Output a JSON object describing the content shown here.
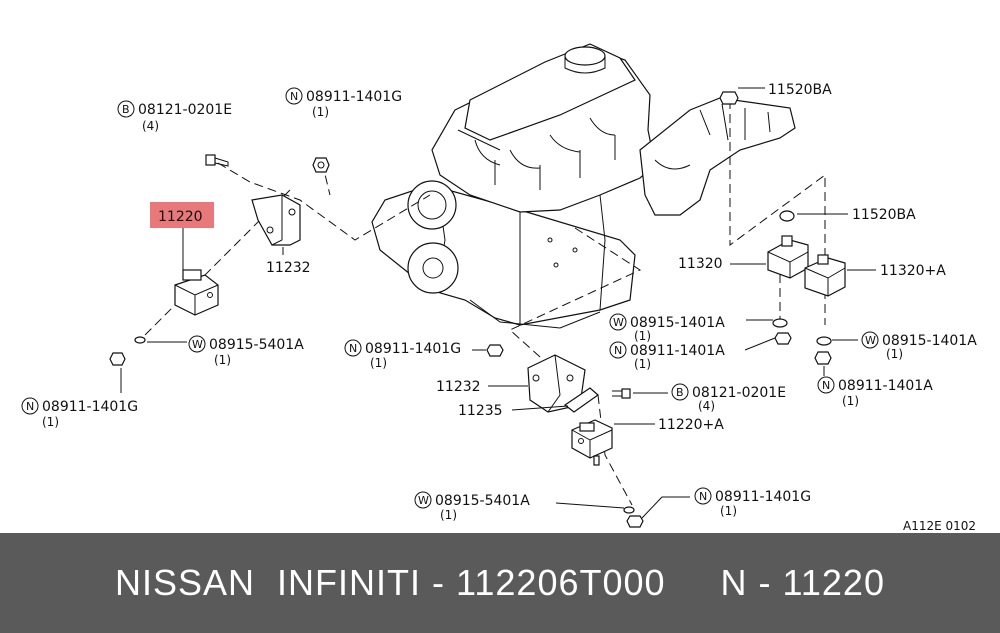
{
  "diagram": {
    "figure_code": "A112E 0102",
    "highlight_color": "#e8787a",
    "labels": {
      "bolt_b_top": "08121-0201E",
      "bolt_b_top_qty": "(4)",
      "nut_n_top": "08911-1401G",
      "nut_n_top_qty": "(1)",
      "mount_front": "11220",
      "bracket_left": "11232",
      "washer_w_left": "08915-5401A",
      "washer_w_left_qty": "(1)",
      "nut_n_left": "08911-1401G",
      "nut_n_left_qty": "(1)",
      "nut_rear_top": "11520BA",
      "nut_rear_mid": "11520BA",
      "mount_rear_l": "11320",
      "mount_rear_r": "11320+A",
      "washer_w_rear_l": "08915-1401A",
      "washer_w_rear_l_qty": "(1)",
      "nut_n_rear_l": "08911-1401A",
      "nut_n_rear_l_qty": "(1)",
      "washer_w_rear_r": "08915-1401A",
      "washer_w_rear_r_qty": "(1)",
      "nut_n_rear_r": "08911-1401A",
      "nut_n_rear_r_qty": "(1)",
      "nut_n_center": "08911-1401G",
      "nut_n_center_qty": "(1)",
      "bracket_right": "11232",
      "insulator": "11235",
      "bolt_b_right": "08121-0201E",
      "bolt_b_right_qty": "(4)",
      "mount_front_r": "11220+A",
      "washer_w_bottom": "08915-5401A",
      "washer_w_bottom_qty": "(1)",
      "nut_n_bottom": "08911-1401G",
      "nut_n_bottom_qty": "(1)"
    },
    "prefix": {
      "b": "B",
      "n": "N",
      "w": "W"
    }
  },
  "footer": {
    "text": "NISSAN  INFINITI - 112206T000     N - 11220"
  }
}
